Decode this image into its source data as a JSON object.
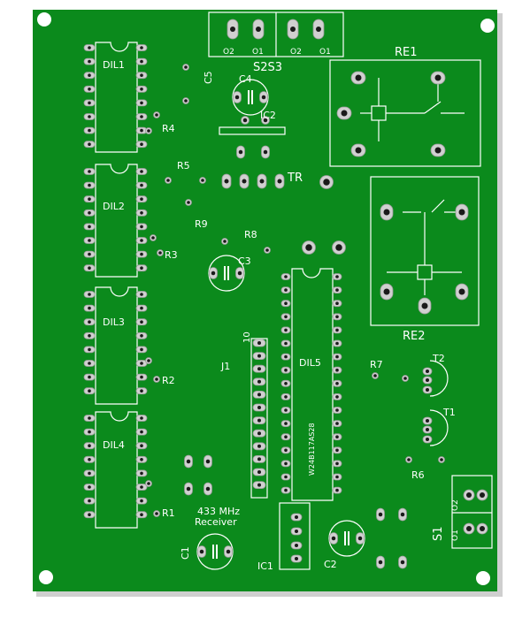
{
  "board": {
    "colors": {
      "board": "#0b8a1c",
      "silk": "#ffffff",
      "copper": "#d0d0d0",
      "hole": "#1a1a1a",
      "edge": "#bdbdbd"
    }
  },
  "labels": {
    "dil1": "DIL1",
    "dil2": "DIL2",
    "dil3": "DIL3",
    "dil4": "DIL4",
    "dil5": "DIL5",
    "c1": "C1",
    "c2": "C2",
    "c3": "C3",
    "c4": "C4",
    "c5": "C5",
    "r1": "R1",
    "r2": "R2",
    "r3": "R3",
    "r4": "R4",
    "r5": "R5",
    "r6": "R6",
    "r7": "R7",
    "r8": "R8",
    "r9": "R9",
    "ic1": "IC1",
    "ic2": "IC2",
    "tr": "TR",
    "t1": "T1",
    "t2": "T2",
    "j1": "J1",
    "re1": "RE1",
    "re2": "RE2",
    "s1": "S1",
    "s2s3": "S2S3",
    "pin10": "10",
    "chip": "W24B117AS28",
    "recv_line1": "433 MHz",
    "recv_line2": "Receiver",
    "s2_o2": "O2",
    "s2_o1": "O1",
    "s3_o2": "O2",
    "s3_o1": "O1",
    "s1_o2": "O2",
    "s1_o1": "O1"
  }
}
